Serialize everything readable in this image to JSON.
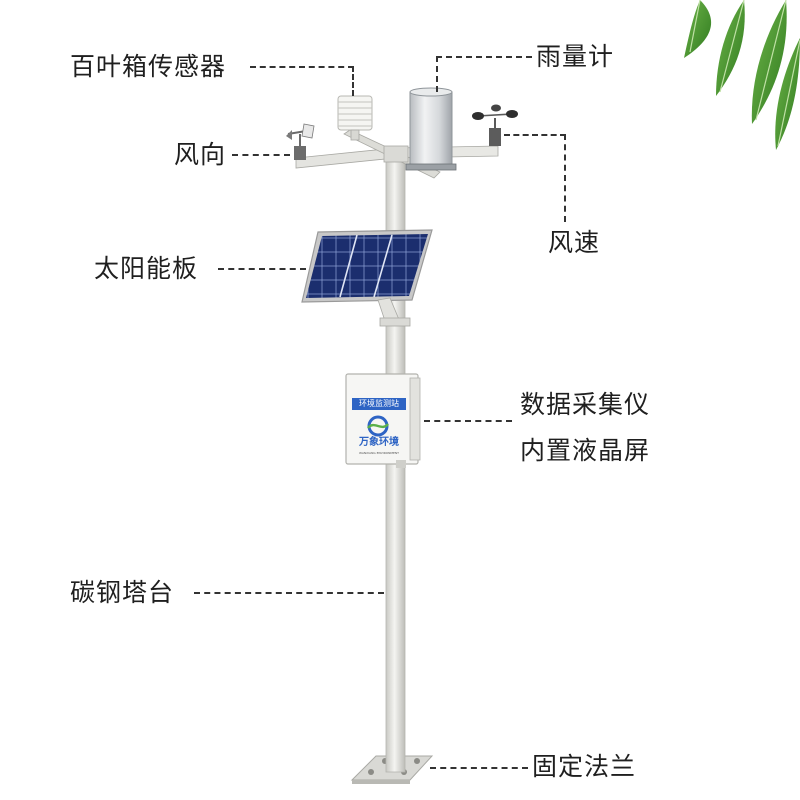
{
  "labels": {
    "louver_box_sensor": "百叶箱传感器",
    "rain_gauge": "雨量计",
    "wind_direction": "风向",
    "wind_speed": "风速",
    "solar_panel": "太阳能板",
    "logger_line1": "数据采集仪",
    "logger_line2": "内置液晶屏",
    "carbon_steel_tower": "碳钢塔台",
    "fixed_flange": "固定法兰"
  },
  "enclosure": {
    "station_text": "环境监测站",
    "brand_text": "万象环境",
    "brand_sub": "WANXIANG ENVIRONMENT"
  },
  "colors": {
    "pole": "#ecece8",
    "panel_cell": "#1b2e6e",
    "leaf": "#4e9b2e",
    "enclosure_banner": "#2e64c4"
  }
}
